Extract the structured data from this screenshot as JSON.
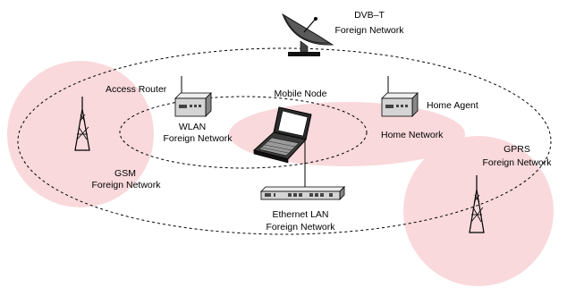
{
  "colors": {
    "zone_fill": "#f9d9dc",
    "line": "#000000",
    "device_body": "#d4d4d4",
    "device_dark": "#444444"
  },
  "labels": {
    "dvbt_line1": "DVB–T",
    "dvbt_line2": "Foreign Network",
    "access_router": "Access Router",
    "mobile_node": "Mobile Node",
    "home_agent": "Home Agent",
    "wlan_line1": "WLAN",
    "wlan_line2": "Foreign Network",
    "home_network": "Home Network",
    "gsm_line1": "GSM",
    "gsm_line2": "Foreign Network",
    "gprs_line1": "GPRS",
    "gprs_line2": "Foreign Network",
    "ethernet_line1": "Ethernet LAN",
    "ethernet_line2": "Foreign Network"
  },
  "icons": [
    "satellite-dish-icon",
    "router-icon",
    "laptop-icon",
    "antenna-tower-icon",
    "ethernet-hub-icon"
  ]
}
